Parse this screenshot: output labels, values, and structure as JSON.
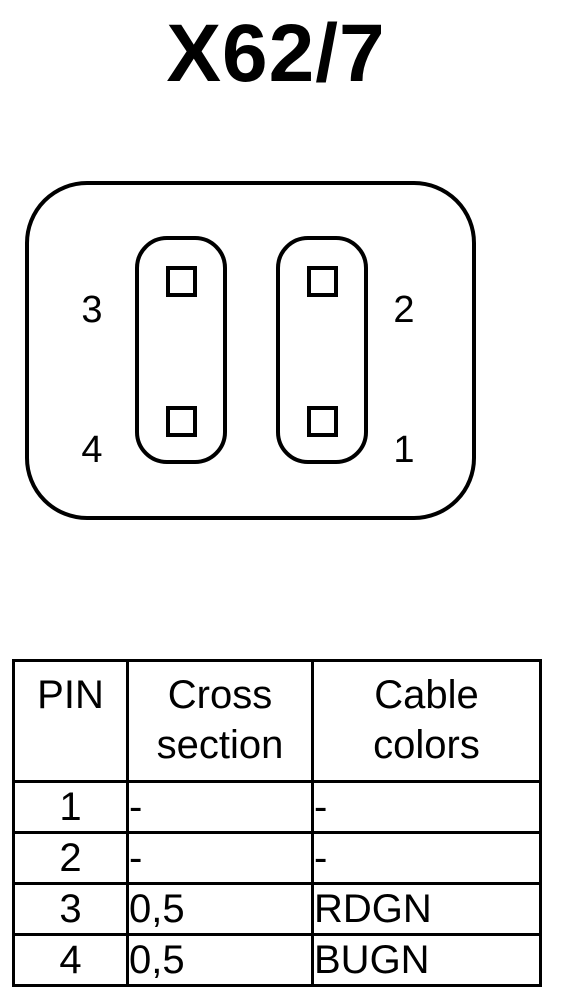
{
  "title": "X62/7",
  "connector": {
    "pins": [
      {
        "label": "3"
      },
      {
        "label": "2"
      },
      {
        "label": "4"
      },
      {
        "label": "1"
      }
    ]
  },
  "table": {
    "headers": [
      {
        "line1": "PIN",
        "line2": ""
      },
      {
        "line1": "Cross",
        "line2": "section"
      },
      {
        "line1": "Cable",
        "line2": "colors"
      }
    ],
    "rows": [
      {
        "pin": "1",
        "cross_section": "-",
        "cable_colors": "-"
      },
      {
        "pin": "2",
        "cross_section": "-",
        "cable_colors": "-"
      },
      {
        "pin": "3",
        "cross_section": "0,5",
        "cable_colors": "RDGN"
      },
      {
        "pin": "4",
        "cross_section": "0,5",
        "cable_colors": "BUGN"
      }
    ]
  }
}
